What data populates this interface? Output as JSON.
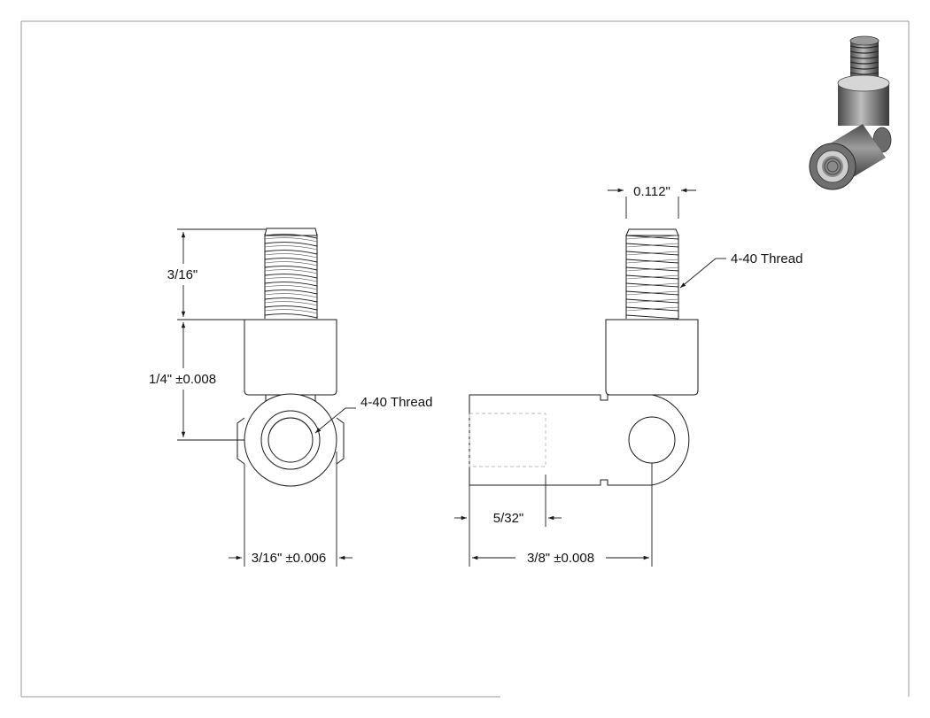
{
  "dimensions": {
    "left_thread_length": "3/16\"",
    "left_body_height": "1/4\" ±0.008",
    "left_body_width": "3/16\" ±0.006",
    "right_thread_diameter": "0.112\"",
    "right_offset": "5/32\"",
    "right_total_length": "3/8\" ±0.008"
  },
  "callouts": {
    "left_thread": "4-40 Thread",
    "right_thread": "4-40 Thread"
  },
  "colors": {
    "line": "#1a1a1a",
    "border": "#9a9a9a",
    "iso_dark": "#3c3c3c",
    "iso_mid": "#8a8a8a",
    "iso_light": "#cfcfcf"
  }
}
